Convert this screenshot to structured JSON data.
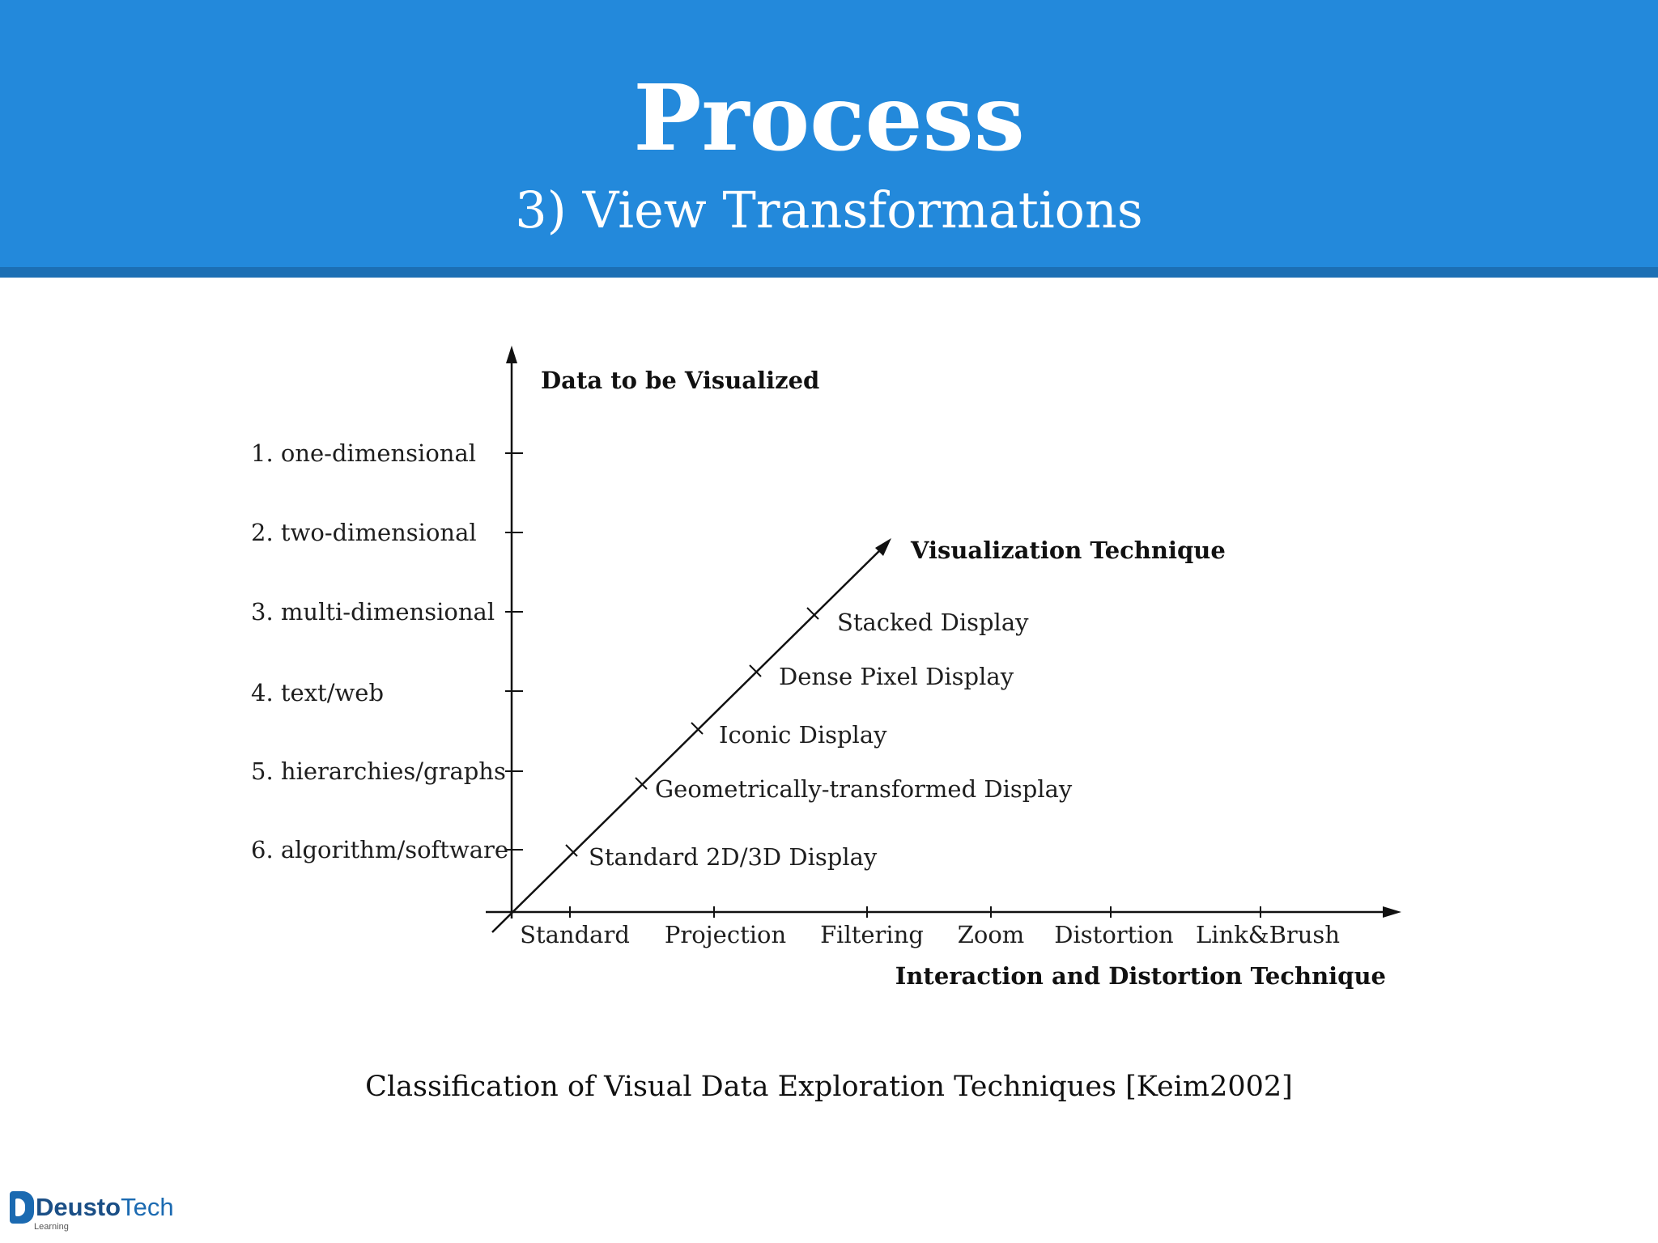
{
  "slide": {
    "title": "Process",
    "subtitle": "3) View Transformations",
    "caption": "Classification of Visual Data Exploration Techniques [Keim2002]"
  },
  "diagram": {
    "y_axis_title": "Data to be Visualized",
    "y_categories": [
      "1. one-dimensional",
      "2. two-dimensional",
      "3. multi-dimensional",
      "4. text/web",
      "5. hierarchies/graphs",
      "6. algorithm/software"
    ],
    "diagonal_axis_title": "Visualization Technique",
    "diagonal_categories": [
      "Standard 2D/3D Display",
      "Geometrically-transformed Display",
      "Iconic Display",
      "Dense Pixel Display",
      "Stacked Display"
    ],
    "x_axis_title": "Interaction and Distortion Technique",
    "x_categories": [
      "Standard",
      "Projection",
      "Filtering",
      "Zoom",
      "Distortion",
      "Link&Brush"
    ]
  },
  "logo": {
    "name_bold": "Deusto",
    "name_light": "Tech",
    "sub": "Learning"
  },
  "colors": {
    "header": "#2389db",
    "header_rule": "#1c6fb4",
    "brand": "#1b6ab1"
  }
}
